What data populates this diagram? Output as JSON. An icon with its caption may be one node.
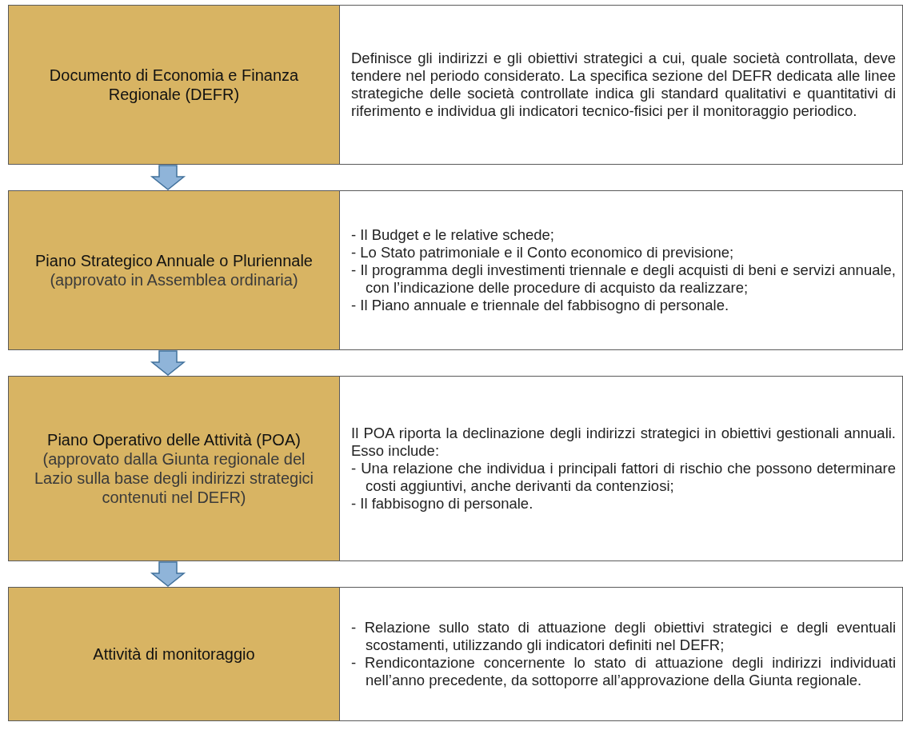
{
  "diagram": {
    "nodes": [
      {
        "text": [
          "Documento di Economia e Finanza Regionale (DEFR)"
        ]
      },
      {
        "text": [
          "Definisce gli indirizzi e gli obiettivi strategici a cui, quale società controllata, deve tendere nel periodo considerato. La specifica sezione del DEFR dedicata alle linee strategiche delle società controllate indica gli standard qualitativi e quantitativi di riferimento e individua gli indicatori tecnico-fisici per il monitoraggio periodico."
        ]
      },
      {
        "text": [
          "Piano Strategico Annuale o Pluriennale",
          "(approvato in Assemblea ordinaria)"
        ]
      },
      {
        "text": [
          "- Il Budget e le relative schede;",
          "- Lo Stato patrimoniale e il Conto economico di previsione;",
          "- Il programma degli investimenti triennale e degli acquisti di beni e servizi annuale, con l’indicazione delle procedure di acquisto da realizzare;",
          "- Il Piano annuale e triennale del fabbisogno di personale."
        ]
      },
      {
        "text": [
          "Piano Operativo delle Attività (POA)",
          "(approvato dalla Giunta regionale del Lazio sulla base degli indirizzi strategici contenuti nel DEFR)"
        ]
      },
      {
        "text": [
          "Il POA riporta la declinazione degli indirizzi strategici in obiettivi gestionali annuali. Esso include:",
          "- Una relazione che individua i principali fattori di rischio che possono determinare costi aggiuntivi, anche derivanti da contenziosi;",
          "- Il fabbisogno di personale."
        ]
      },
      {
        "text": [
          "Attività di monitoraggio"
        ]
      },
      {
        "text": [
          "- Relazione sullo stato di attuazione degli obiettivi strategici e degli eventuali scostamenti, utilizzando gli indicatori definiti nel DEFR;",
          "- Rendicontazione concernente lo stato di attuazione degli indirizzi individuati nell’anno precedente, da sottoporre all’approvazione della Giunta regionale."
        ]
      }
    ],
    "edges": [
      {
        "from": 0,
        "to": 2,
        "arrow": "to"
      },
      {
        "from": 2,
        "to": 4,
        "arrow": "to"
      },
      {
        "from": 4,
        "to": 6,
        "arrow": "to"
      }
    ]
  }
}
